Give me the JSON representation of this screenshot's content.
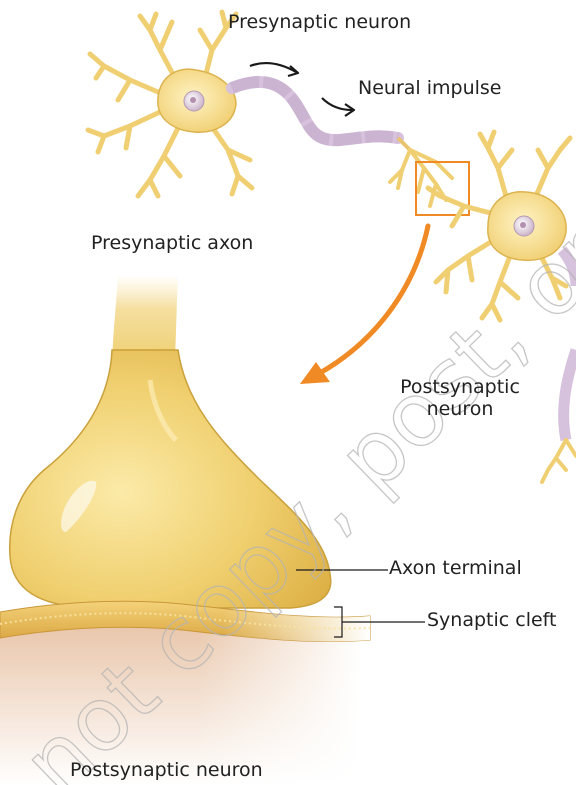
{
  "labels": {
    "presynaptic_neuron": "Presynaptic neuron",
    "neural_impulse": "Neural impulse",
    "presynaptic_axon": "Presynaptic axon",
    "postsynaptic_neuron_top_line1": "Postsynaptic",
    "postsynaptic_neuron_top_line2": "neuron",
    "axon_terminal": "Axon terminal",
    "synaptic_cleft": "Synaptic cleft",
    "postsynaptic_neuron_bottom": "Postsynaptic neuron"
  },
  "watermark": "not copy, post, or distribute",
  "colors": {
    "neuron_body": "#f3d782",
    "neuron_outline": "#d9b24a",
    "nucleus": "#e6d8e4",
    "axon": "#d6c0dc",
    "highlight_box": "#f08a24",
    "zoom_arrow": "#f08a24",
    "terminal": "#ecca5c",
    "postsynaptic_membrane": "#e8b85a",
    "postsynaptic_tissue": "#e6c3a6"
  }
}
